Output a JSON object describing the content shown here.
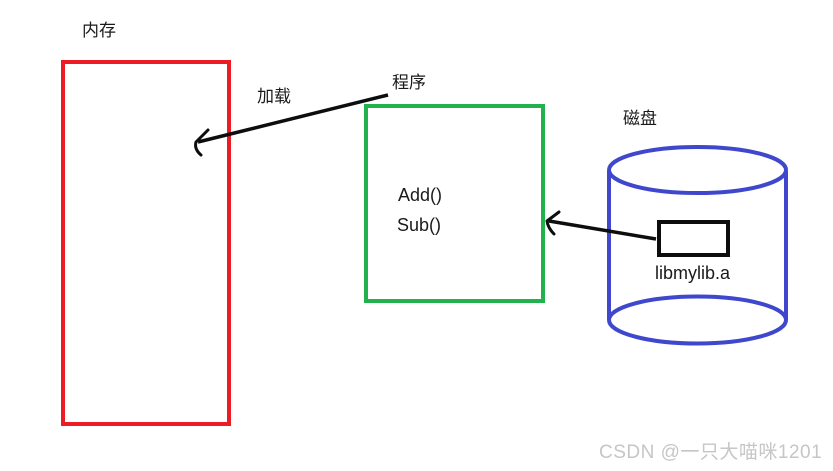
{
  "colors": {
    "red": "#ed1c24",
    "green": "#22b14c",
    "blue": "#3f48cc",
    "black": "#0d0d0d",
    "watermark_gray": "#c6c6c6"
  },
  "diagram": {
    "memory": {
      "label": "内存"
    },
    "program": {
      "label": "程序",
      "functions": [
        "Add()",
        "Sub()"
      ]
    },
    "disk": {
      "label": "磁盘",
      "library_label": "libmylib.a"
    },
    "load_arrow": {
      "label": "加载"
    }
  },
  "watermark": "CSDN @一只大喵咪1201"
}
